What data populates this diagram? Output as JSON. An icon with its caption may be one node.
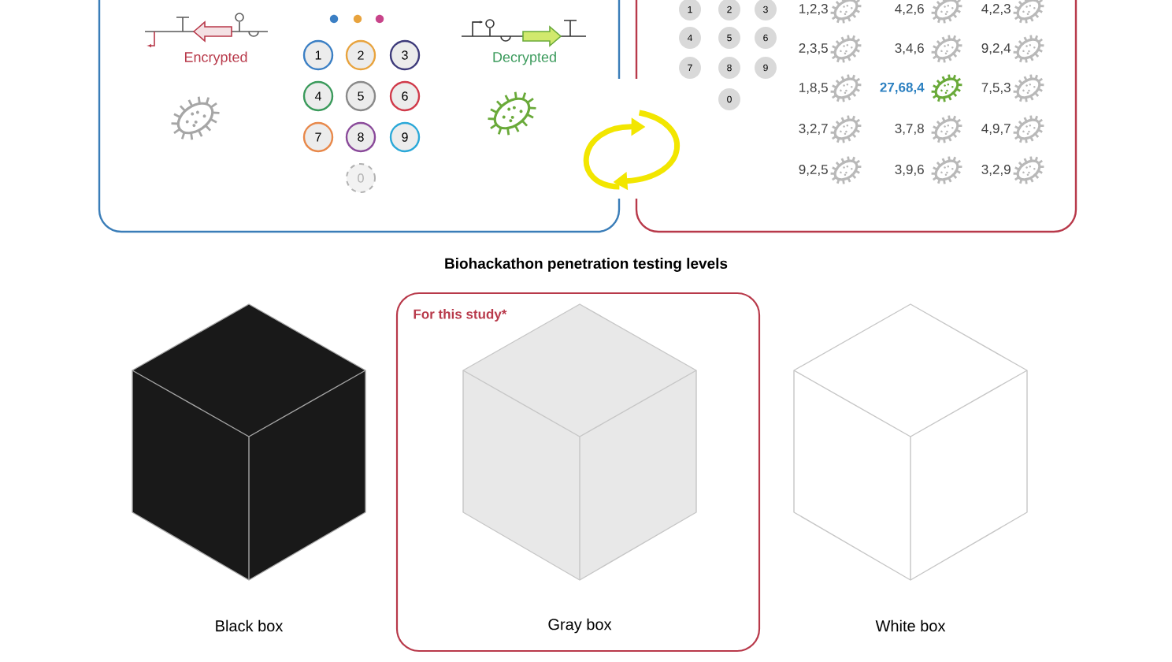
{
  "diagram": {
    "title": "Biohackathon penetration testing levels",
    "nodes": [
      {
        "text": [],
        "shape": "box"
      },
      {
        "text": [
          "1"
        ],
        "in": 0
      },
      {
        "text": [
          "2"
        ],
        "in": 0
      },
      {
        "text": [
          "3"
        ],
        "in": 0
      },
      {
        "text": [
          "4"
        ],
        "in": 0
      },
      {
        "text": [
          "5"
        ],
        "in": 0
      },
      {
        "text": [
          "6"
        ],
        "in": 0
      },
      {
        "text": [
          "7"
        ],
        "in": 0
      },
      {
        "text": [
          "8"
        ],
        "in": 0
      },
      {
        "text": [
          "9"
        ],
        "in": 0
      },
      {
        "text": [
          "0"
        ],
        "in": 0
      },
      {
        "text": [],
        "shape": "box"
      },
      {
        "text": [
          "1"
        ],
        "in": 11
      },
      {
        "text": [
          "2"
        ],
        "in": 11
      },
      {
        "text": [
          "3"
        ],
        "in": 11
      },
      {
        "text": [
          "4"
        ],
        "in": 11
      },
      {
        "text": [
          "5"
        ],
        "in": 11
      },
      {
        "text": [
          "6"
        ],
        "in": 11
      },
      {
        "text": [
          "7"
        ],
        "in": 11
      },
      {
        "text": [
          "8"
        ],
        "in": 11
      },
      {
        "text": [
          "9"
        ],
        "in": 11
      },
      {
        "text": [
          "0"
        ],
        "in": 11
      },
      {
        "text": [
          "For this study*"
        ]
      },
      {
        "text": [
          "Black box"
        ]
      },
      {
        "text": [
          "Gray box"
        ],
        "in": 22
      },
      {
        "text": [
          "White box"
        ]
      }
    ],
    "edges": [
      {
        "from": 0,
        "to": 11,
        "arrow": "to",
        "color": "#f2e600"
      },
      {
        "from": 11,
        "to": 0,
        "arrow": "to",
        "color": "#f2e600"
      }
    ],
    "labels": [
      "Encrypted",
      "Decrypted",
      "1,2,3",
      "4,2,6",
      "4,2,3",
      "2,3,5",
      "3,4,6",
      "9,2,4",
      "1,8,5",
      "27,68,4",
      "7,5,3",
      "3,2,7",
      "3,7,8",
      "4,9,7",
      "9,2,5",
      "3,9,6",
      "3,2,9"
    ]
  }
}
